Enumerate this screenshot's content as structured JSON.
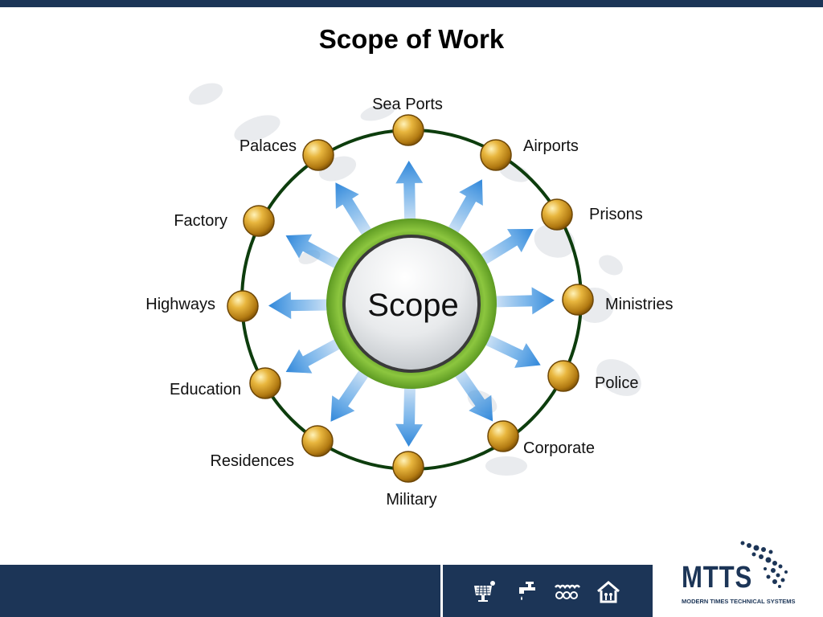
{
  "title": "Scope of Work",
  "center": {
    "label": "Scope"
  },
  "nodes": [
    {
      "label": "Sea Ports"
    },
    {
      "label": "Airports"
    },
    {
      "label": "Prisons"
    },
    {
      "label": "Ministries"
    },
    {
      "label": "Police"
    },
    {
      "label": "Corporate"
    },
    {
      "label": "Military"
    },
    {
      "label": "Residences"
    },
    {
      "label": "Education"
    },
    {
      "label": "Highways"
    },
    {
      "label": "Factory"
    },
    {
      "label": "Palaces"
    }
  ],
  "colors": {
    "header_bar": "#1c3557",
    "ring": "#0d3d0d",
    "node_orb": "#d4a12a",
    "arrow": "#2f86d9",
    "center_rim": "#6aa22c"
  },
  "footer": {
    "icons": [
      {
        "icon": "solar-panel-icon"
      },
      {
        "icon": "water-tap-icon"
      },
      {
        "icon": "water-waves-icon"
      },
      {
        "icon": "home-icon"
      }
    ]
  },
  "logo": {
    "name": "MTTS",
    "tagline": "MODERN TIMES TECHNICAL SYSTEMS"
  }
}
